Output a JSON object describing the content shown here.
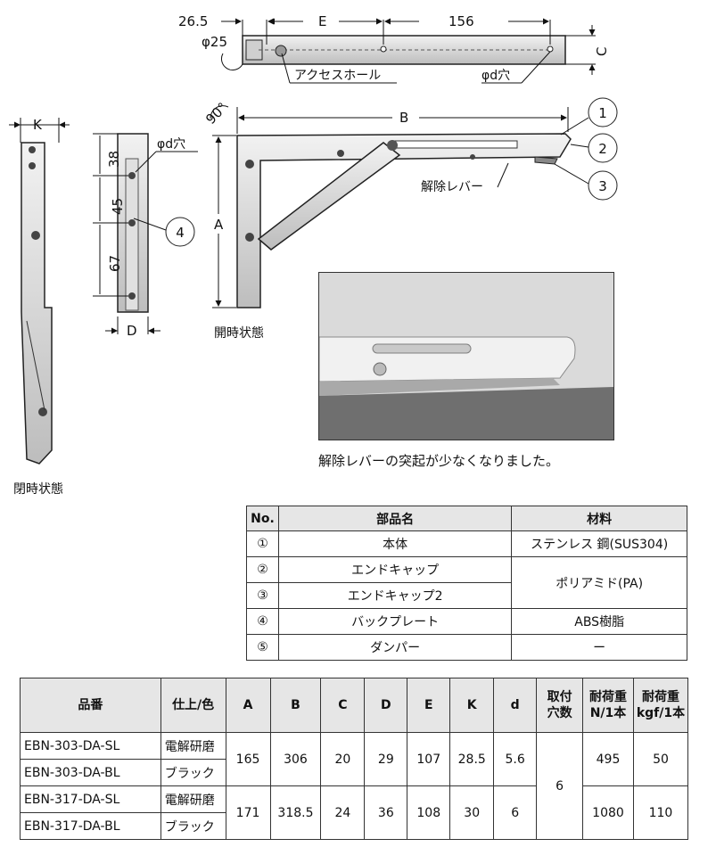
{
  "top_view": {
    "dims": [
      "26.5",
      "E",
      "156",
      "C"
    ],
    "diameter_hole": "φ25",
    "access_hole": "アクセスホール",
    "d_hole": "φd穴"
  },
  "side_views": {
    "K": "K",
    "D": "D",
    "d_hole": "φd穴",
    "dims_vertical": [
      "38",
      "45",
      "67"
    ],
    "callout_4": "4"
  },
  "open_view": {
    "angle": "90°",
    "B": "B",
    "A": "A",
    "callouts": [
      "1",
      "2",
      "3"
    ],
    "release_lever": "解除レバー",
    "open_state": "開時状態"
  },
  "closed_state": "閉時状態",
  "photo_caption": "解除レバーの突起が少なくなりました。",
  "parts_table": {
    "headers": [
      "No.",
      "部品名",
      "材料"
    ],
    "rows": [
      {
        "no": "①",
        "name": "本体",
        "material": "ステンレス 鋼(SUS304)"
      },
      {
        "no": "②",
        "name": "エンドキャップ",
        "material": "ポリアミド(PA)"
      },
      {
        "no": "③",
        "name": "エンドキャップ2",
        "material": ""
      },
      {
        "no": "④",
        "name": "バックプレート",
        "material": "ABS樹脂"
      },
      {
        "no": "⑤",
        "name": "ダンパー",
        "material": "ー"
      }
    ]
  },
  "spec_table": {
    "headers": [
      "品番",
      "仕上/色",
      "A",
      "B",
      "C",
      "D",
      "E",
      "K",
      "d",
      "取付\n穴数",
      "耐荷重\nN/1本",
      "耐荷重\nkgf/1本"
    ],
    "groups": [
      {
        "rows": [
          {
            "part": "EBN-303-DA-SL",
            "finish": "電解研磨"
          },
          {
            "part": "EBN-303-DA-BL",
            "finish": "ブラック"
          }
        ],
        "A": "165",
        "B": "306",
        "C": "20",
        "D": "29",
        "E": "107",
        "K": "28.5",
        "d": "5.6",
        "N": "495",
        "kgf": "50"
      },
      {
        "rows": [
          {
            "part": "EBN-317-DA-SL",
            "finish": "電解研磨"
          },
          {
            "part": "EBN-317-DA-BL",
            "finish": "ブラック"
          }
        ],
        "A": "171",
        "B": "318.5",
        "C": "24",
        "D": "36",
        "E": "108",
        "K": "30",
        "d": "6",
        "N": "1080",
        "kgf": "110"
      }
    ],
    "holes": "6"
  }
}
